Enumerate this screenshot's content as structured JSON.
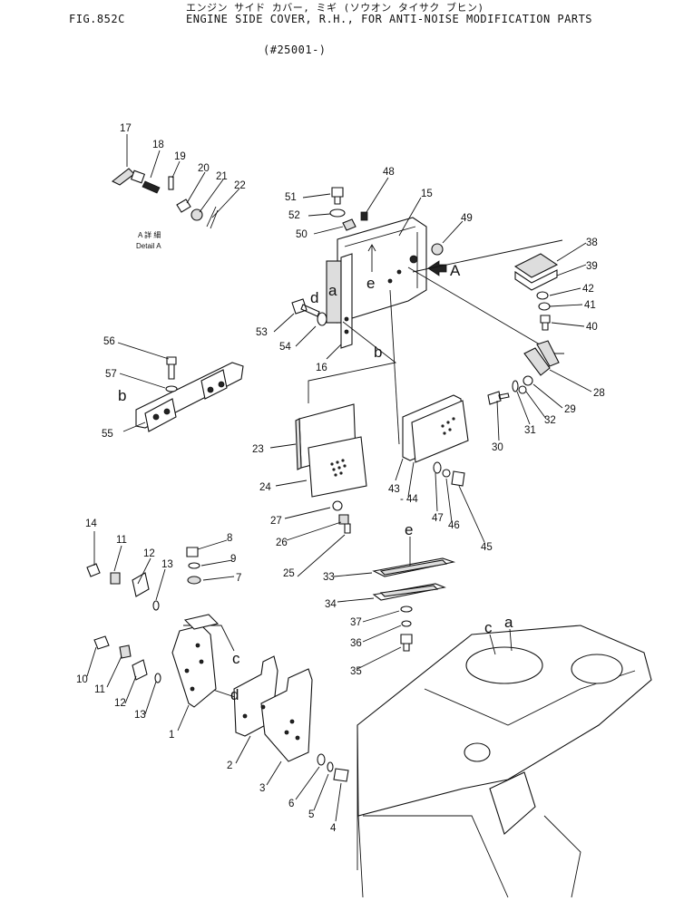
{
  "header": {
    "fig_id": "FIG.852C",
    "title_jp": "エンジン サイド カバー, ミギ (ソウオン タイサク ブヒン)",
    "title_en": "ENGINE SIDE COVER, R.H., FOR ANTI-NOISE MODIFICATION PARTS",
    "serial": "(#25001-)"
  },
  "detail": {
    "jp": "A 詳 細",
    "en": "Detail A"
  },
  "view_arrow": "A",
  "reference_letters": [
    "a",
    "b",
    "c",
    "d",
    "e"
  ],
  "part_numbers": [
    "1",
    "2",
    "3",
    "4",
    "5",
    "6",
    "7",
    "8",
    "9",
    "10",
    "11",
    "12",
    "13",
    "14",
    "15",
    "16",
    "17",
    "18",
    "19",
    "20",
    "21",
    "22",
    "23",
    "24",
    "25",
    "26",
    "27",
    "28",
    "29",
    "30",
    "31",
    "32",
    "33",
    "34",
    "35",
    "36",
    "37",
    "38",
    "39",
    "40",
    "41",
    "42",
    "43",
    "44",
    "45",
    "46",
    "47",
    "48",
    "49",
    "50",
    "51",
    "52",
    "53",
    "54",
    "55",
    "56",
    "57"
  ]
}
